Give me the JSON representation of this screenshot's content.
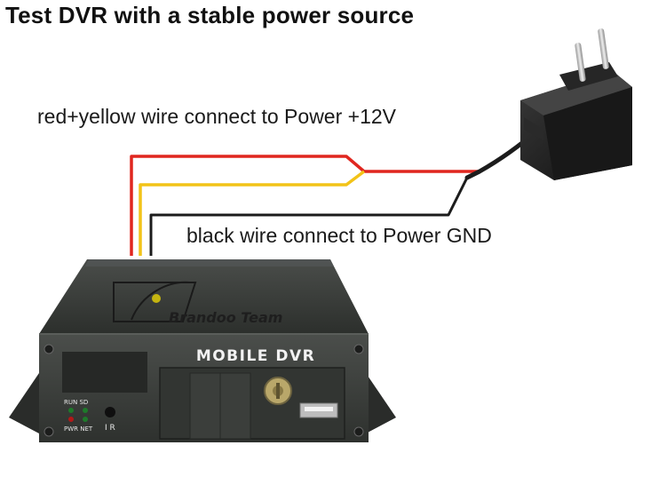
{
  "title": "Test DVR with a stable power source",
  "labels": {
    "power": "red+yellow wire connect to Power +12V",
    "ground": "black wire connect to Power GND"
  },
  "device": {
    "front_label": "MOBILE DVR",
    "brand": "Brandoo Team",
    "led_top": "RUN SD",
    "led_bottom": "PWR NET",
    "ir_label": "I R"
  },
  "colors": {
    "red_wire": "#e0261f",
    "yellow_wire": "#f2c318",
    "black_wire": "#1c1c1c",
    "dvr_body": "#3c3f3c",
    "adapter_body": "#1f1f1f"
  }
}
